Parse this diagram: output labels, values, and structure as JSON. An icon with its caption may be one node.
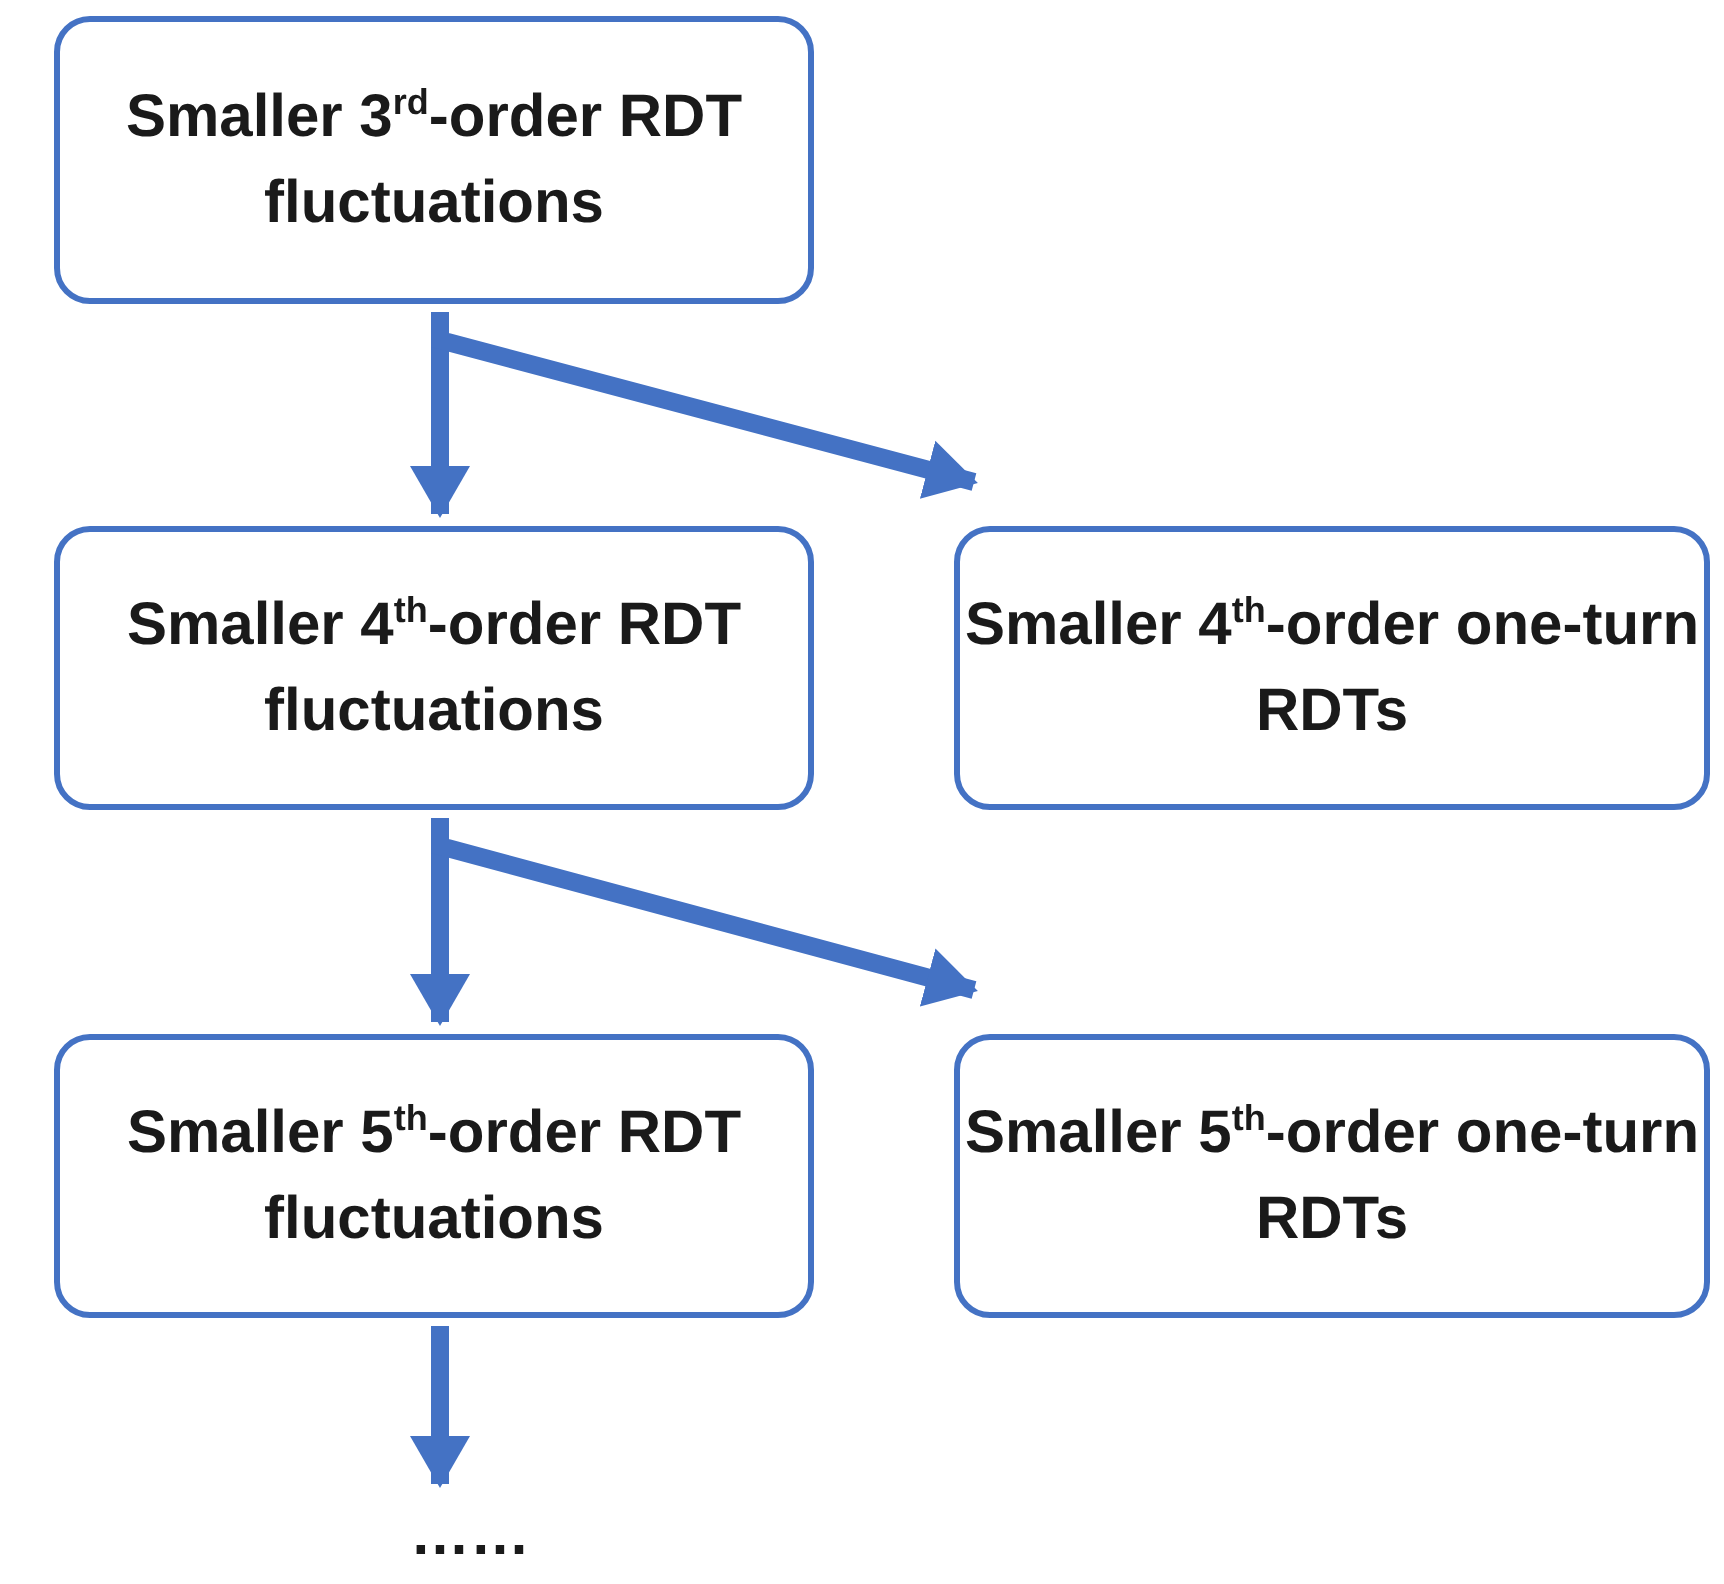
{
  "diagram": {
    "nodes": [
      {
        "text": [
          "Smaller 3$^{rd}$-order RDT fluctuations"
        ]
      },
      {
        "text": [
          "Smaller 4$^{th}$-order RDT fluctuations"
        ]
      },
      {
        "text": [
          "Smaller 4$^{th}$-order one-turn RDTs"
        ]
      },
      {
        "text": [
          "Smaller 5$^{th}$-order RDT fluctuations"
        ]
      },
      {
        "text": [
          "Smaller 5$^{th}$-order one-turn RDTs"
        ]
      },
      {
        "text": [
          "……"
        ]
      }
    ],
    "edges": [
      {
        "from": 0,
        "to": 1,
        "arrow": "to"
      },
      {
        "from": 0,
        "to": 2,
        "arrow": "to"
      },
      {
        "from": 1,
        "to": 3,
        "arrow": "to"
      },
      {
        "from": 1,
        "to": 4,
        "arrow": "to"
      },
      {
        "from": 3,
        "to": 5,
        "arrow": "to"
      }
    ]
  }
}
